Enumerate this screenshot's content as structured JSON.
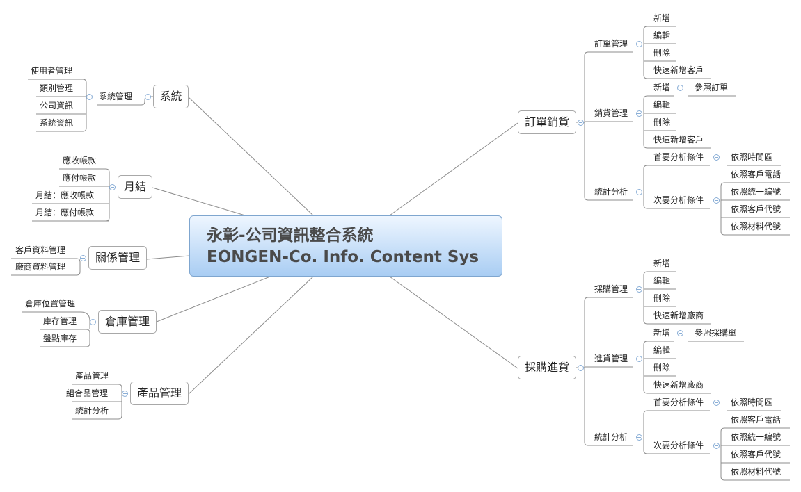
{
  "central": {
    "line1": "永彰-公司資訊整合系統",
    "line2": "EONGEN-Co. Info. Content Sys"
  },
  "branches": {
    "system": {
      "label": "系統",
      "sub": "系統管理",
      "children": [
        "使用者管理",
        "類別管理",
        "公司資訊",
        "系統資訊"
      ]
    },
    "monthly": {
      "label": "月結",
      "children": [
        "應收帳款",
        "應付帳款",
        "月結：應收帳款",
        "月結：應付帳款"
      ]
    },
    "relations": {
      "label": "關係管理",
      "children": [
        "客戶資料管理",
        "廠商資料管理"
      ]
    },
    "warehouse": {
      "label": "倉庫管理",
      "children": [
        "倉庫位置管理",
        "庫存管理",
        "盤點庫存"
      ]
    },
    "product": {
      "label": "產品管理",
      "children": [
        "產品管理",
        "組合品管理",
        "統計分析"
      ]
    },
    "sales": {
      "label": "訂單銷貨",
      "orders": {
        "label": "訂單管理",
        "children": [
          "新增",
          "編輯",
          "刪除",
          "快速新增客戶"
        ]
      },
      "shipping": {
        "label": "銷貨管理",
        "children": [
          "新增",
          "編輯",
          "刪除",
          "快速新增客戶"
        ],
        "ref": "參照訂單"
      },
      "stats": {
        "label": "統計分析",
        "primary": "首要分析條件",
        "primary_child": "依照時間區",
        "secondary": "次要分析條件",
        "secondary_children": [
          "依照客戶電話",
          "依照統一編號",
          "依照客戶代號",
          "依照材料代號"
        ]
      }
    },
    "purchase": {
      "label": "採購進貨",
      "orders": {
        "label": "採購管理",
        "children": [
          "新增",
          "編輯",
          "刪除",
          "快速新增廠商"
        ]
      },
      "receiving": {
        "label": "進貨管理",
        "children": [
          "新增",
          "編輯",
          "刪除",
          "快速新增廠商"
        ],
        "ref": "參照採購單"
      },
      "stats": {
        "label": "統計分析",
        "primary": "首要分析條件",
        "primary_child": "依照時間區",
        "secondary": "次要分析條件",
        "secondary_children": [
          "依照客戶電話",
          "依照統一編號",
          "依照客戶代號",
          "依照材料代號"
        ]
      }
    }
  }
}
